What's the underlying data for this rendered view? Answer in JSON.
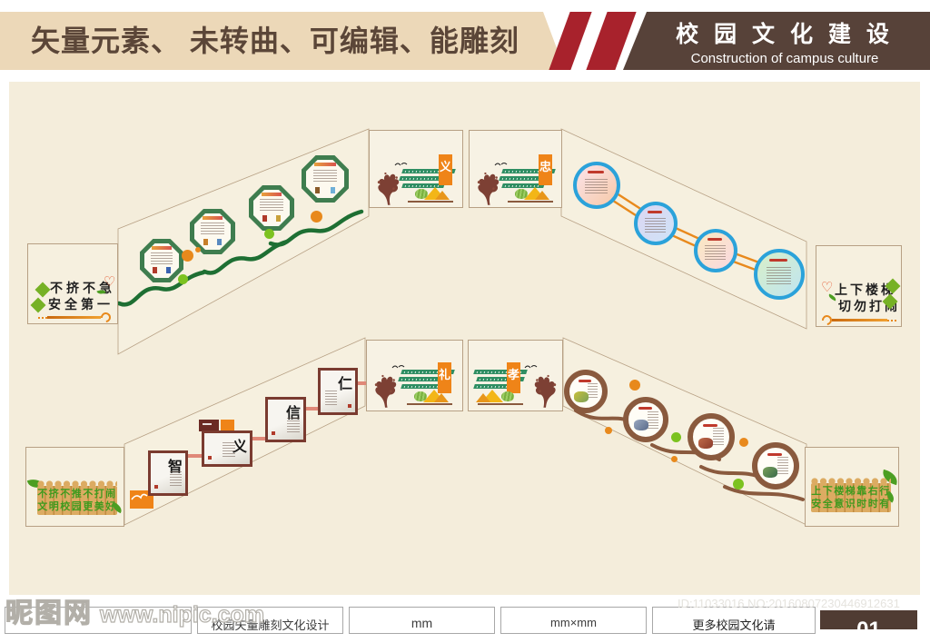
{
  "header": {
    "left_title": "矢量元素、 未转曲、可编辑、能雕刻",
    "right_title": "校 园 文 化 建 设",
    "right_subtitle": "Construction of campus culture"
  },
  "palette": {
    "header_tan": "#ecd8b8",
    "header_stripe_red": "#a8222c",
    "header_brown": "#574239",
    "canvas_cream": "#f4eddb",
    "swoosh_green": "#1e6f33",
    "accent_orange": "#e8891c",
    "dot_green": "#7cc220",
    "blue_ring": "#2ba2da",
    "brown_ring": "#8a5a3e",
    "banner_orange": "#ef8418",
    "bar_green": "#2f8e63",
    "octagon_green": "#3f7d4f",
    "frame_maroon": "#7a3b30",
    "bamboo_tan": "#d9a75e",
    "bamboo_text_green": "#3f9a1e"
  },
  "top_wall": {
    "left_sign": {
      "line1": "不挤不急",
      "line2": "安全第一"
    },
    "right_sign": {
      "line1": "上下楼梯",
      "line2": "切勿打闹"
    },
    "panels": [
      {
        "char": "义"
      },
      {
        "char": "忠"
      }
    ]
  },
  "bottom_wall": {
    "left_sign": {
      "line1": "不挤不推不打闹",
      "line2": "文明校园更美好"
    },
    "right_sign": {
      "line1": "上下楼梯靠右行",
      "line2": "安全意识时时有"
    },
    "panels": [
      {
        "char": "礼"
      },
      {
        "char": "孝"
      }
    ],
    "frames": [
      {
        "char": "智"
      },
      {
        "char": "义"
      },
      {
        "char": "信"
      },
      {
        "char": "仁"
      }
    ]
  },
  "footer": {
    "cells": [
      "校园矢量雕刻文化设计",
      "mm",
      "mm×mm",
      "更多校园文化请"
    ],
    "page_number": "01"
  },
  "watermark": {
    "site_name": "昵图网",
    "site_url": "www.nipic.com",
    "id_line": "ID:11033016 NO:20160807230446912631"
  }
}
